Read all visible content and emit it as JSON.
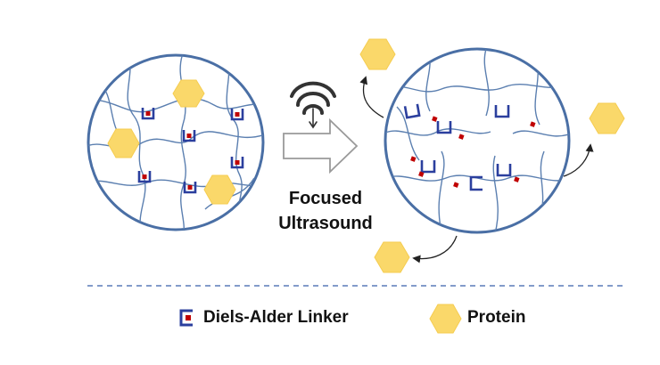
{
  "stimulus": {
    "line1": "Focused",
    "line2": "Ultrasound"
  },
  "legend": {
    "linker_label": "Diels-Alder Linker",
    "protein_label": "Protein"
  },
  "icons": {
    "transducer": "ultrasound-waves-icon",
    "arrow": "process-arrow-icon",
    "linker": "diels-alder-linker-icon",
    "protein": "protein-hexagon-icon"
  },
  "colors": {
    "network_outline": "#4a6fa5",
    "network_strand": "#5b7fb0",
    "linker_bracket": "#2b3f9e",
    "linker_core": "#c00000",
    "protein": "#fad86a",
    "protein_stroke": "#f2c94c",
    "divider": "#5a7ab8",
    "arrow_fill": "#ffffff",
    "arrow_stroke": "#9a9a9a"
  }
}
